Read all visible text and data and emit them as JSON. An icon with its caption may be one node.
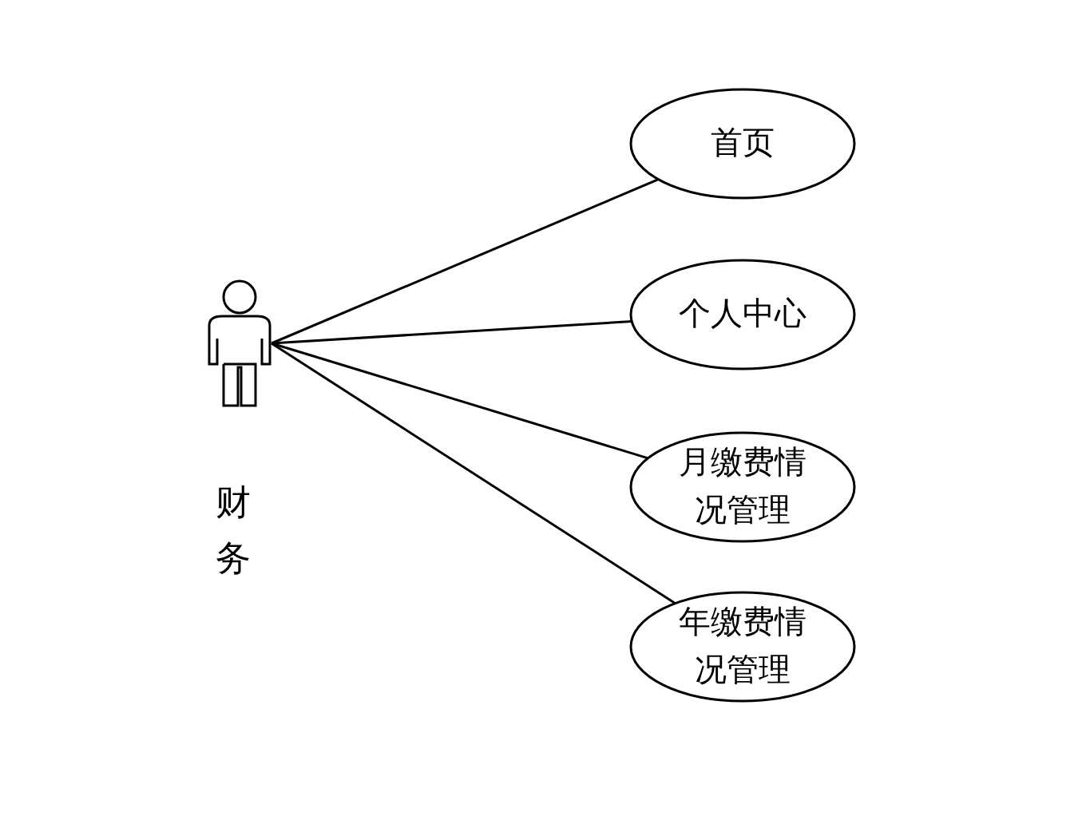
{
  "diagram": {
    "nodes": [
      {
        "text": [
          "财务"
        ]
      },
      {
        "text": [
          "首页"
        ]
      },
      {
        "text": [
          "个人中心"
        ]
      },
      {
        "text": [
          "月缴费情况管理"
        ]
      },
      {
        "text": [
          "年缴费情况管理"
        ]
      }
    ],
    "edges": [
      {
        "from": 0,
        "to": 1,
        "arrow": "none"
      },
      {
        "from": 0,
        "to": 2,
        "arrow": "none"
      },
      {
        "from": 0,
        "to": 3,
        "arrow": "none"
      },
      {
        "from": 0,
        "to": 4,
        "arrow": "none"
      }
    ]
  }
}
